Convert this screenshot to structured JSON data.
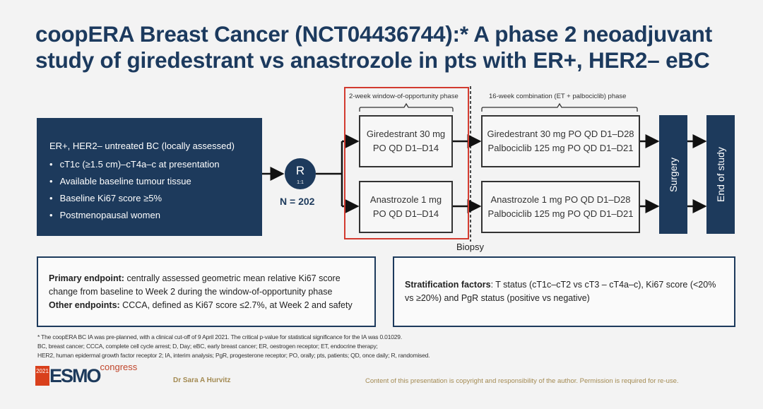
{
  "title": {
    "line1": "coopERA Breast Cancer (NCT04436744):* A phase 2 neoadjuvant",
    "line2": "study of giredestrant vs anastrozole in pts with ER+, HER2– eBC"
  },
  "eligibility": {
    "heading": "ER+, HER2– untreated BC (locally assessed)",
    "items": [
      "cT1c (≥1.5 cm)–cT4a–c at presentation",
      "Available baseline tumour tissue",
      "Baseline Ki67 score ≥5%",
      "Postmenopausal women"
    ]
  },
  "randomization": {
    "label": "R",
    "ratio": "1:1",
    "n": "N = 202"
  },
  "phases": {
    "window": "2-week window-of-opportunity phase",
    "combination": "16-week combination (ET + palbociclib) phase"
  },
  "arms": [
    {
      "window": [
        "Giredestrant 30 mg",
        "PO QD D1–D14"
      ],
      "combination": [
        "Giredestrant 30 mg PO QD D1–D28",
        "Palbociclib 125 mg PO QD D1–D21"
      ]
    },
    {
      "window": [
        "Anastrozole 1 mg",
        "PO QD D1–D14"
      ],
      "combination": [
        "Anastrozole 1 mg PO QD D1–D28",
        "Palbociclib 125 mg PO QD D1–D21"
      ]
    }
  ],
  "biopsy": "Biopsy",
  "surgery": "Surgery",
  "end_of_study": "End of study",
  "endpoints": {
    "primary_label": "Primary endpoint:",
    "primary_text": " centrally assessed geometric mean relative Ki67 score change from baseline to Week 2 during the window-of-opportunity phase",
    "other_label": "Other endpoints:",
    "other_text": " CCCA, defined as Ki67 score ≤2.7%, at Week 2 and safety"
  },
  "stratification": {
    "label": "Stratification factors",
    "text": ": T status (cT1c–cT2 vs cT3 – cT4a–c), Ki67 score (<20% vs ≥20%) and PgR status (positive vs negative)"
  },
  "footnotes": [
    "* The coopERA BC IA was pre-planned, with a clinical cut-off of 9 April 2021. The critical p-value for statistical significance for the IA was 0.01029.",
    "BC, breast cancer; CCCA, complete cell cycle arrest; D, Day; eBC, early breast cancer; ER, oestrogen receptor; ET, endocrine therapy;",
    "HER2, human epidermal growth factor receptor 2; IA, interim analysis; PgR, progesterone receptor; PO, orally; pts, patients; QD, once daily; R, randomised."
  ],
  "logo": {
    "year": "2021",
    "name": "ESMO",
    "suffix": "congress"
  },
  "presenter": "Dr Sara A Hurvitz",
  "copyright": "Content of this presentation is copyright and responsibility of the author. Permission is required for re-use."
}
